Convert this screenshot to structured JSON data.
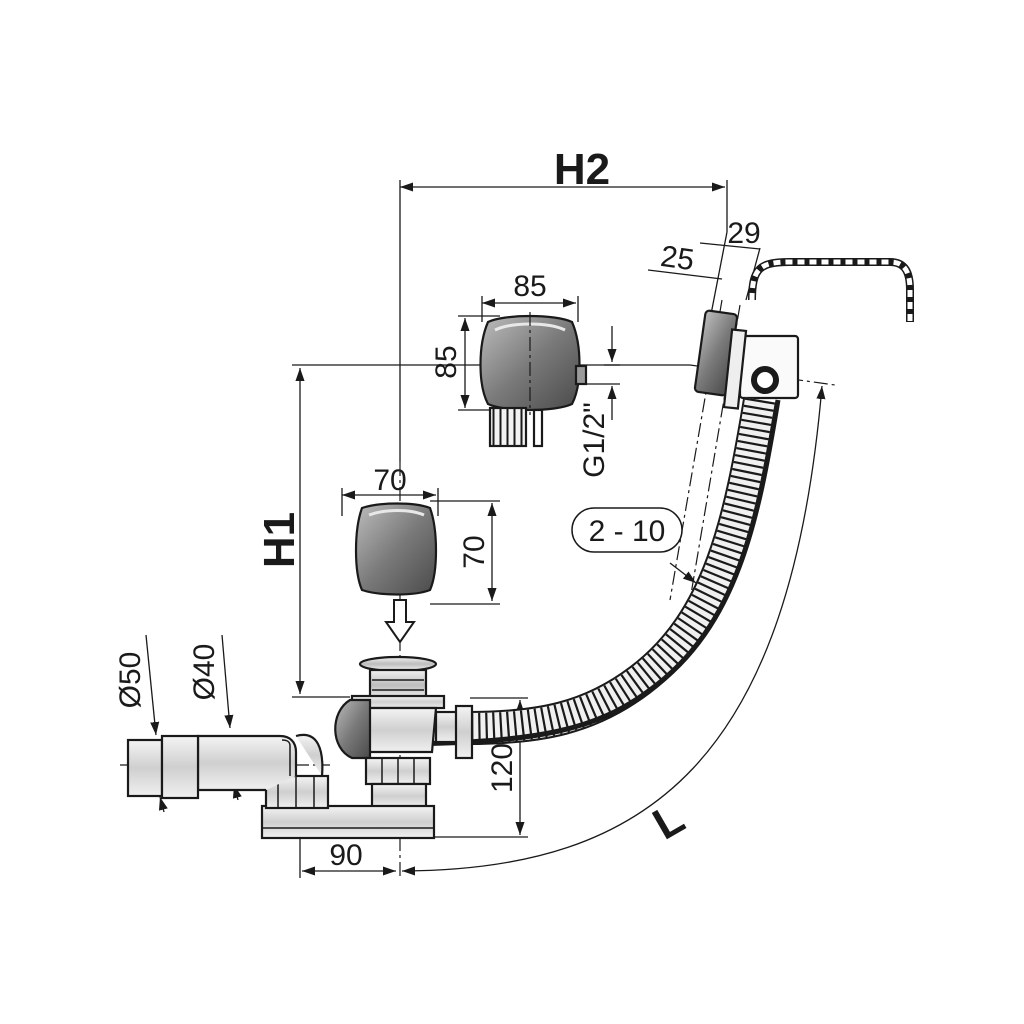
{
  "labels": {
    "h2": "H2",
    "h1": "H1",
    "l": "L",
    "w85": "85",
    "h85": "85",
    "g12": "G1/2\"",
    "d29": "29",
    "d25": "25",
    "w70": "70",
    "h70": "70",
    "range": "2 - 10",
    "d50": "Ø50",
    "d40": "Ø40",
    "d120": "120",
    "d90": "90"
  },
  "colors": {
    "line": "#1a1a1a",
    "metal_dark": "#7a7a7a",
    "metal_light": "#e6e6e6",
    "plastic": "#d9d9d9"
  }
}
